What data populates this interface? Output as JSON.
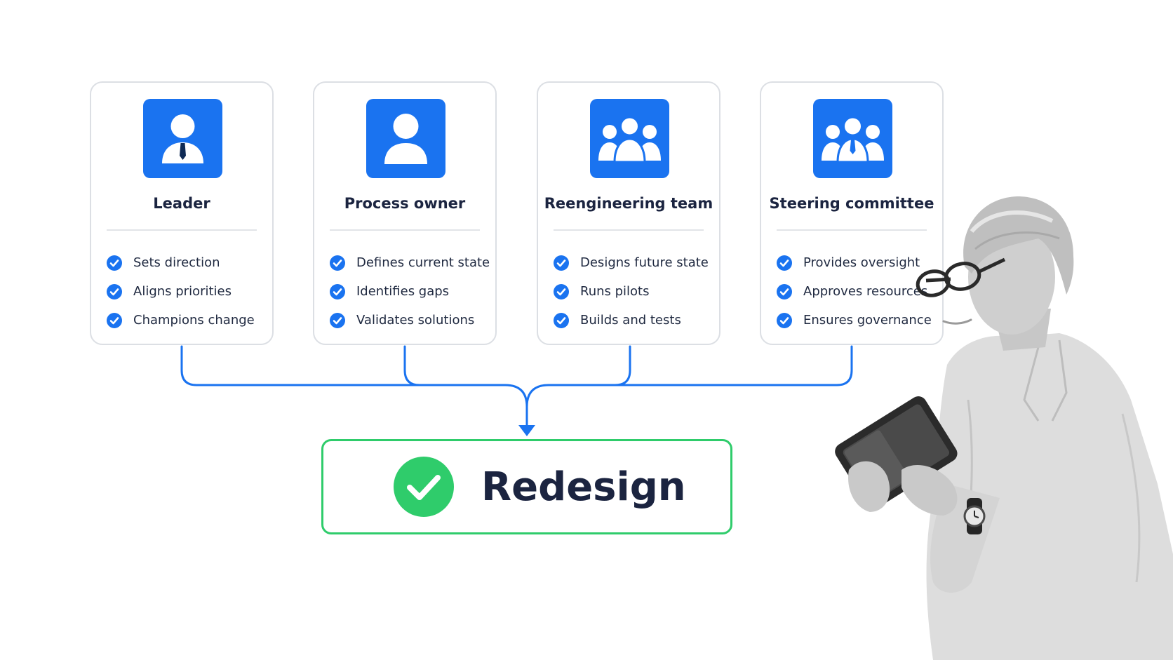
{
  "colors": {
    "accent_blue": "#1a73f0",
    "success_green": "#2fcc6b",
    "text_dark": "#1b2440",
    "card_border": "#dcdfe4"
  },
  "roles": [
    {
      "title": "Leader",
      "icon": "person-with-tie-icon",
      "tasks": [
        "Sets direction",
        "Aligns priorities",
        "Champions change"
      ]
    },
    {
      "title": "Process owner",
      "icon": "person-icon",
      "tasks": [
        "Defines current state",
        "Identifies gaps",
        "Validates solutions"
      ]
    },
    {
      "title": "Reengineering team",
      "icon": "group-icon",
      "tasks": [
        "Designs future state",
        "Runs pilots",
        "Builds and tests"
      ]
    },
    {
      "title": "Steering committee",
      "icon": "group-with-leader-icon",
      "tasks": [
        "Provides oversight",
        "Approves resources",
        "Ensures governance"
      ]
    }
  ],
  "outcome": {
    "label": "Redesign",
    "icon": "check-circle-icon"
  },
  "photo": {
    "icon": "person-with-tablet-illustration"
  }
}
